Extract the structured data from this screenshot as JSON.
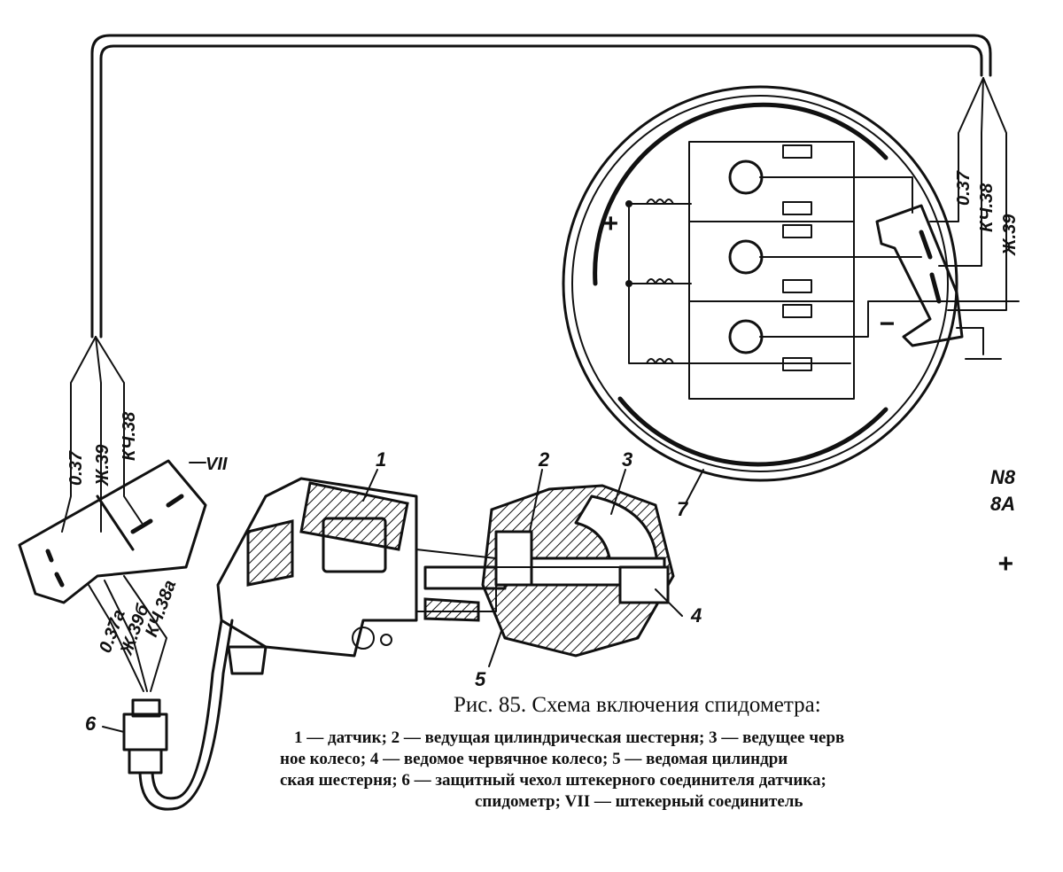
{
  "caption": {
    "title": "Рис. 85. Схема включения спидометра:",
    "lines": [
      "1 — датчик; 2 — ведущая цилиндрическая шестерня; 3 — ведущее черв",
      "ное колесо; 4 — ведомое червячное колесо; 5 — ведомая цилиндри",
      "ская шестерня; 6 — защитный чехол штекерного соединителя датчика;",
      "спидометр; VII — штекерный соединитель"
    ]
  },
  "wires_left": [
    "0.37",
    "Ж.39",
    "КЧ.38"
  ],
  "wires_connector": [
    "0.37а",
    "Ж.39б",
    "КЧ.38а"
  ],
  "wires_right": [
    "0.37",
    "КЧ.38",
    "Ж.39"
  ],
  "callouts": {
    "n1": "1",
    "n2": "2",
    "n3": "3",
    "n4": "4",
    "n5": "5",
    "n6": "6",
    "n7": "7",
    "vii": "VII"
  },
  "polarity": {
    "plus": "+",
    "minus": "−",
    "plus_right": "+"
  },
  "edge_text": [
    "N8",
    "8A"
  ]
}
